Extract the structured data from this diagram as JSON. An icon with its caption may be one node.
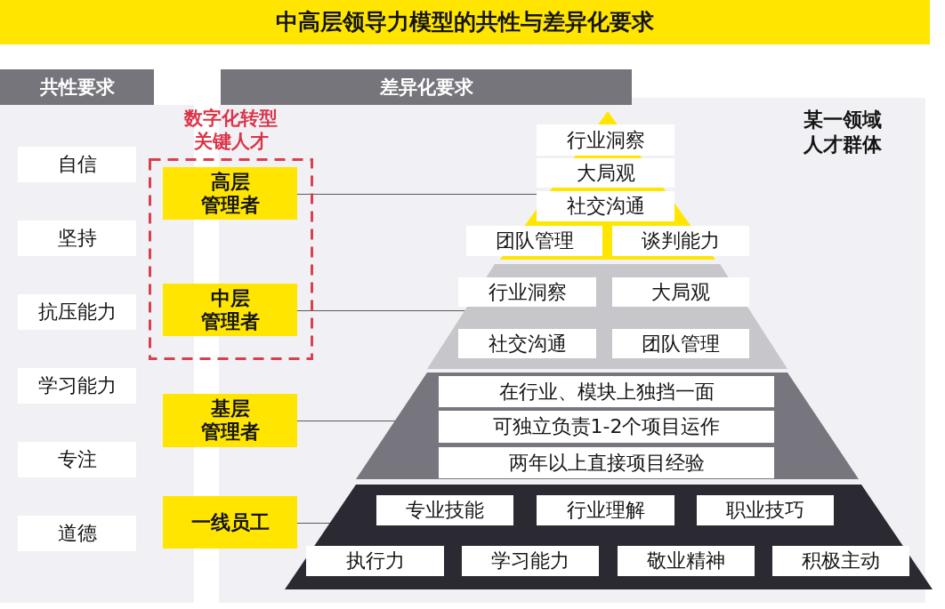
{
  "diagram": {
    "title": "中高层领导力模型的共性与差异化要求",
    "nodes": [
      {
        "text": [
          "共性要求"
        ]
      },
      {
        "text": [
          "差异化要求"
        ]
      },
      {
        "text": [
          "自信"
        ]
      },
      {
        "text": [
          "坚持"
        ]
      },
      {
        "text": [
          "抗压能力"
        ]
      },
      {
        "text": [
          "学习能力"
        ]
      },
      {
        "text": [
          "专注"
        ]
      },
      {
        "text": [
          "道德"
        ]
      },
      {
        "text": [
          "数字化转型关键人才"
        ]
      },
      {
        "text": [
          "高层管理者"
        ],
        "in": 8
      },
      {
        "text": [
          "中层管理者"
        ],
        "in": 8
      },
      {
        "text": [
          "基层管理者"
        ]
      },
      {
        "text": [
          "一线员工"
        ]
      },
      {
        "text": [],
        "shape": "triangle"
      },
      {
        "text": [
          "行业洞察"
        ],
        "in": 13
      },
      {
        "text": [
          "大局观"
        ],
        "in": 13
      },
      {
        "text": [
          "社交沟通"
        ],
        "in": 13
      },
      {
        "text": [
          "团队管理"
        ]
      },
      {
        "text": [
          "谈判能力"
        ]
      },
      {
        "text": [],
        "shape": "trapezoid"
      },
      {
        "text": [
          "行业洞察"
        ],
        "in": 19
      },
      {
        "text": [
          "大局观"
        ],
        "in": 19
      },
      {
        "text": [
          "社交沟通"
        ],
        "in": 19
      },
      {
        "text": [
          "团队管理"
        ],
        "in": 19
      },
      {
        "text": [],
        "shape": "trapezoid"
      },
      {
        "text": [
          "在行业、模块上独挡一面"
        ],
        "in": 24
      },
      {
        "text": [
          "可独立负责1-2个项目运作"
        ],
        "in": 24
      },
      {
        "text": [
          "两年以上直接项目经验"
        ],
        "in": 24
      },
      {
        "text": [],
        "shape": "trapezoid"
      },
      {
        "text": [
          "专业技能"
        ],
        "in": 28
      },
      {
        "text": [
          "行业理解"
        ],
        "in": 28
      },
      {
        "text": [
          "职业技巧"
        ],
        "in": 28
      },
      {
        "text": [
          "执行力"
        ],
        "in": 28
      },
      {
        "text": [
          "学习能力"
        ],
        "in": 28
      },
      {
        "text": [
          "敬业精神"
        ],
        "in": 28
      },
      {
        "text": [
          "积极主动"
        ],
        "in": 28
      }
    ],
    "edges": [
      {
        "from": 9,
        "to": 13,
        "arrow": "none"
      },
      {
        "from": 10,
        "to": 19,
        "arrow": "none"
      },
      {
        "from": 11,
        "to": 24,
        "arrow": "none"
      },
      {
        "from": 12,
        "to": 28,
        "arrow": "none"
      }
    ],
    "labels": [
      "某一领域人才群体"
    ]
  }
}
